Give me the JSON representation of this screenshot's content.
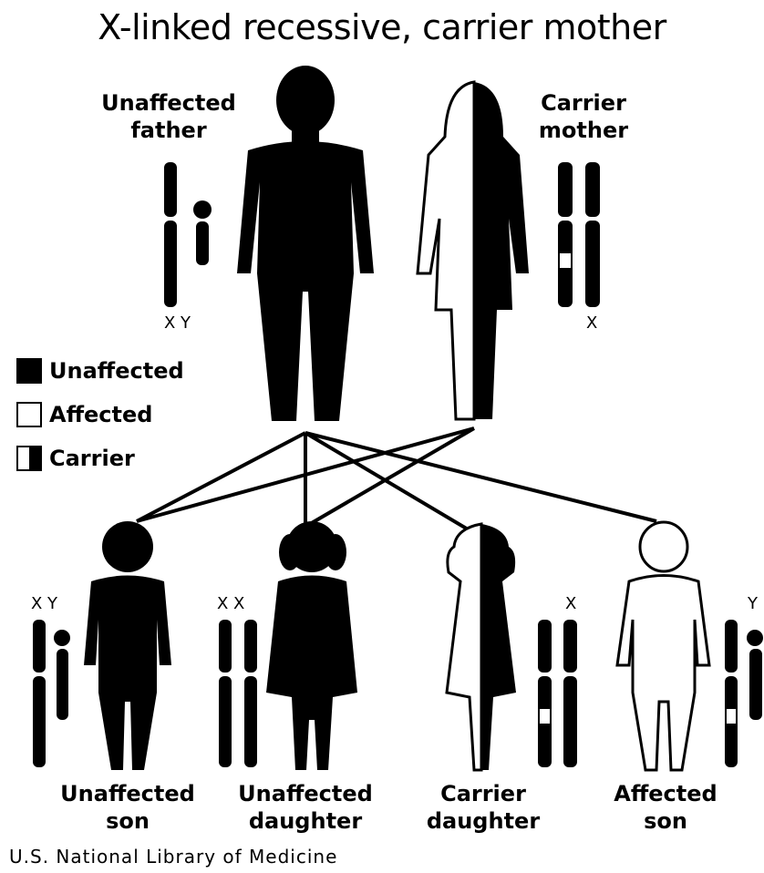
{
  "title": "X-linked recessive, carrier mother",
  "parents": {
    "father_label_line1": "Unaffected",
    "father_label_line2": "father",
    "mother_label_line1": "Carrier",
    "mother_label_line2": "mother",
    "father_chromosomes": "X Y",
    "mother_chromosome": "X"
  },
  "legend": {
    "unaffected": "Unaffected",
    "affected": "Affected",
    "carrier": "Carrier"
  },
  "children": {
    "son1_line1": "Unaffected",
    "son1_line2": "son",
    "son1_chrom": "X Y",
    "daughter1_line1": "Unaffected",
    "daughter1_line2": "daughter",
    "daughter1_chrom": "X X",
    "daughter2_line1": "Carrier",
    "daughter2_line2": "daughter",
    "daughter2_chrom": "X",
    "son2_line1": "Affected",
    "son2_line2": "son",
    "son2_chrom": "Y"
  },
  "footer": "U.S. National Library of Medicine",
  "colors": {
    "ink": "#000000",
    "paper": "#ffffff"
  }
}
